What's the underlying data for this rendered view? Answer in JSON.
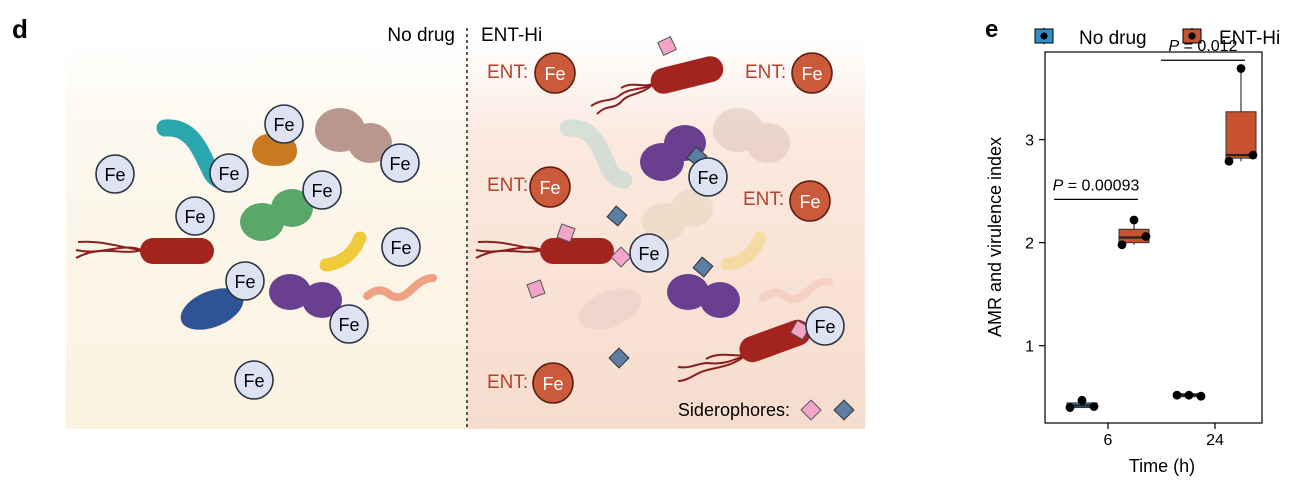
{
  "panel_d": {
    "label": "d",
    "left_title": "No drug",
    "right_title": "ENT-Hi",
    "iron_label": "Fe",
    "ent_prefix": "ENT:",
    "siderophores_label": "Siderophores:",
    "colors": {
      "left_bg": "#fdf7ea",
      "right_bg": "#f8e0d3",
      "iron_fill": "#dde3f3",
      "ent_fill": "#cb5a3b",
      "ent_text": "#b5432a",
      "siderophore_pink": "#f2a5c9",
      "siderophore_blue": "#5d7ea3"
    }
  },
  "panel_e": {
    "label": "e",
    "chart_data": {
      "type": "box",
      "xlabel": "Time (h)",
      "ylabel": "AMR and virulence index",
      "categories": [
        "6",
        "24"
      ],
      "yticks": [
        1,
        2,
        3
      ],
      "ylim": [
        0.25,
        3.85
      ],
      "legend_position": "top",
      "series": [
        {
          "name": "No drug",
          "color": "#2f8fc8",
          "points": [
            [
              0.4,
              0.47,
              0.41
            ],
            [
              0.52,
              0.52,
              0.51
            ]
          ],
          "boxes": [
            {
              "q1": 0.4,
              "median": 0.42,
              "q3": 0.445,
              "whisker_low": 0.4,
              "whisker_high": 0.47
            },
            {
              "q1": 0.505,
              "median": 0.52,
              "q3": 0.525,
              "whisker_low": 0.51,
              "whisker_high": 0.52
            }
          ]
        },
        {
          "name": "ENT-Hi",
          "color": "#c9522e",
          "points": [
            [
              1.98,
              2.22,
              2.06
            ],
            [
              2.79,
              3.69,
              2.85
            ]
          ],
          "boxes": [
            {
              "q1": 2.0,
              "median": 2.05,
              "q3": 2.13,
              "whisker_low": 1.98,
              "whisker_high": 2.22
            },
            {
              "q1": 2.82,
              "median": 2.85,
              "q3": 3.27,
              "whisker_low": 2.79,
              "whisker_high": 3.69
            }
          ]
        }
      ],
      "annotations": [
        {
          "category": "6",
          "text": "P = 0.00093",
          "p_letter": "P",
          "p_value": "= 0.00093",
          "bracket_y": 2.42
        },
        {
          "category": "24",
          "text": "P = 0.012",
          "p_letter": "P",
          "p_value": "= 0.012",
          "bracket_y": 3.77
        }
      ]
    }
  }
}
